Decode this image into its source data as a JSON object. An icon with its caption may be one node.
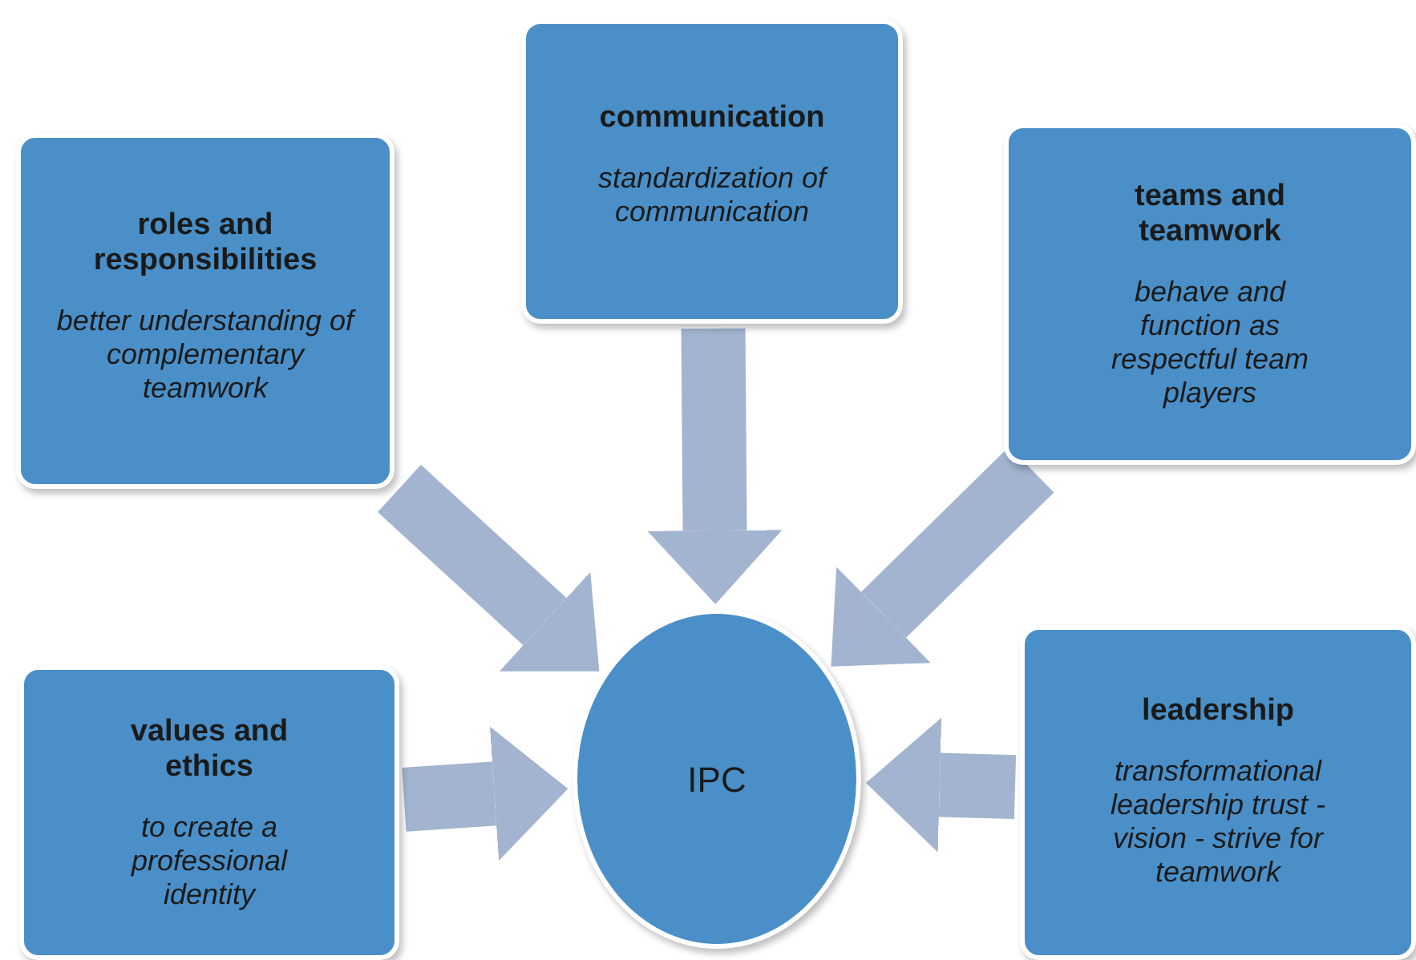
{
  "diagram": {
    "nodes": [
      {
        "text": [
          "roles and responsibilities",
          "better understanding of complementary teamwork"
        ]
      },
      {
        "text": [
          "communication",
          "standardization of communication"
        ]
      },
      {
        "text": [
          "teams and teamwork",
          "behave and function as respectful team players"
        ]
      },
      {
        "text": [
          "values and ethics",
          "to create a professional identity"
        ]
      },
      {
        "text": [
          "leadership",
          "transformational leadership trust - vision - strive for teamwork"
        ]
      },
      {
        "text": [
          "IPC"
        ]
      }
    ],
    "edges": [
      {
        "from": 0,
        "to": 5,
        "arrow": "to"
      },
      {
        "from": 1,
        "to": 5,
        "arrow": "to"
      },
      {
        "from": 2,
        "to": 5,
        "arrow": "to"
      },
      {
        "from": 3,
        "to": 5,
        "arrow": "to"
      },
      {
        "from": 4,
        "to": 5,
        "arrow": "to"
      }
    ]
  }
}
